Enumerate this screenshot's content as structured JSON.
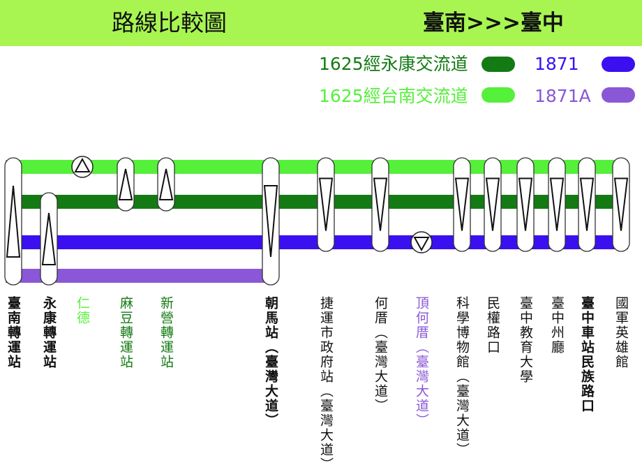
{
  "header": {
    "title": "路線比較圖",
    "route": "臺南>>>臺中",
    "bg_color": "#a8f552"
  },
  "legend": [
    {
      "label": "1625經永康交流道",
      "color": "#147a14"
    },
    {
      "label": "1625經台南交流道",
      "color": "#55f03a"
    },
    {
      "label": "1871",
      "color": "#3b10f0"
    },
    {
      "label": "1871A",
      "color": "#8a57d6"
    }
  ],
  "lines": [
    {
      "route": "1625經台南交流道",
      "color": "#55f03a",
      "from": 0,
      "to": 17
    },
    {
      "route": "1625經永康交流道",
      "color": "#147a14",
      "from": 0,
      "to": 17
    },
    {
      "route": "1871",
      "color": "#3b10f0",
      "from": 0,
      "to": 17
    },
    {
      "route": "1871A",
      "color": "#8a57d6",
      "from": 0,
      "to": 5
    }
  ],
  "stops": [
    {
      "name": "臺南轉運站",
      "color": "#111111",
      "bold": true,
      "direction": "up",
      "served": [
        "1625經台南交流道",
        "1625經永康交流道",
        "1871",
        "1871A"
      ]
    },
    {
      "name": "永康轉運站",
      "color": "#111111",
      "bold": true,
      "direction": "up",
      "served": [
        "1625經永康交流道",
        "1871",
        "1871A"
      ]
    },
    {
      "name": "仁德",
      "color": "#55f03a",
      "bold": false,
      "direction": "up",
      "served": [
        "1625經台南交流道"
      ]
    },
    {
      "name": "麻豆轉運站",
      "color": "#147a14",
      "bold": false,
      "direction": "up",
      "served": [
        "1625經台南交流道",
        "1625經永康交流道"
      ]
    },
    {
      "name": "新營轉運站",
      "color": "#147a14",
      "bold": false,
      "direction": "up",
      "served": [
        "1625經台南交流道",
        "1625經永康交流道"
      ]
    },
    {
      "name": "朝馬站（臺灣大道）",
      "color": "#111111",
      "bold": true,
      "direction": "down",
      "served": [
        "1625經台南交流道",
        "1625經永康交流道",
        "1871",
        "1871A"
      ]
    },
    {
      "name": "捷運市政府站（臺灣大道）",
      "color": "#111111",
      "bold": false,
      "direction": "down",
      "served": [
        "1625經台南交流道",
        "1625經永康交流道",
        "1871"
      ]
    },
    {
      "name": "何厝（臺灣大道）",
      "color": "#111111",
      "bold": false,
      "direction": "down",
      "served": [
        "1625經台南交流道",
        "1625經永康交流道",
        "1871"
      ]
    },
    {
      "name": "頂何厝（臺灣大道）",
      "color": "#8a57d6",
      "bold": false,
      "direction": "down",
      "served": [
        "1871"
      ]
    },
    {
      "name": "科學博物館（臺灣大道）",
      "color": "#111111",
      "bold": false,
      "direction": "down",
      "served": [
        "1625經台南交流道",
        "1625經永康交流道",
        "1871"
      ]
    },
    {
      "name": "民權路口",
      "color": "#111111",
      "bold": false,
      "direction": "down",
      "served": [
        "1625經台南交流道",
        "1625經永康交流道",
        "1871"
      ]
    },
    {
      "name": "臺中教育大學",
      "color": "#111111",
      "bold": false,
      "direction": "down",
      "served": [
        "1625經台南交流道",
        "1625經永康交流道",
        "1871"
      ]
    },
    {
      "name": "臺中州廳",
      "color": "#111111",
      "bold": false,
      "direction": "down",
      "served": [
        "1625經台南交流道",
        "1625經永康交流道",
        "1871"
      ]
    },
    {
      "name": "臺中車站民族路口",
      "color": "#111111",
      "bold": true,
      "direction": "down",
      "served": [
        "1625經台南交流道",
        "1625經永康交流道",
        "1871"
      ]
    },
    {
      "name": "國軍英雄館",
      "color": "#111111",
      "bold": false,
      "direction": "down",
      "served": [
        "1625經台南交流道",
        "1625經永康交流道",
        "1871"
      ]
    }
  ]
}
